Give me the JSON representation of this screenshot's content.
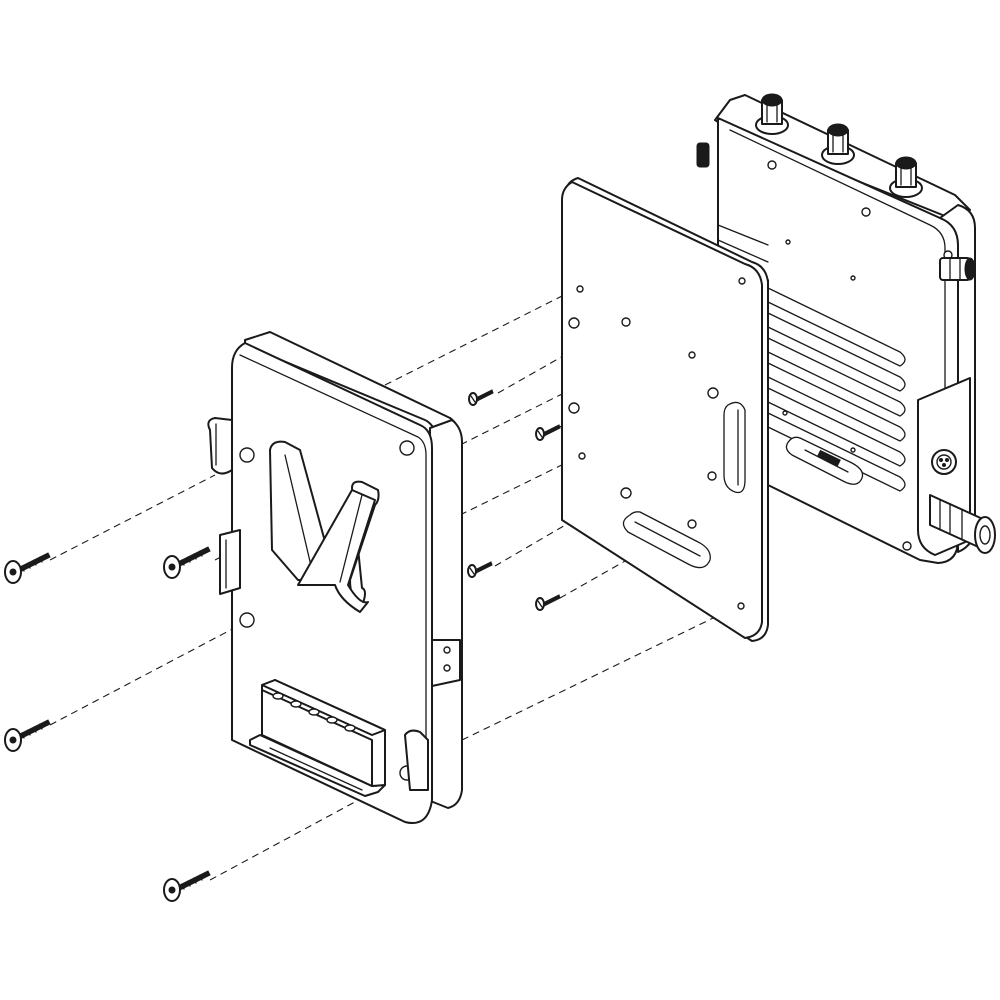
{
  "diagram": {
    "components": [
      "v-mount-battery-plate",
      "adapter-plate",
      "wireless-video-unit",
      "cap-screws",
      "flat-head-screws"
    ],
    "cap_screw_count": 4,
    "flat_screw_count": 4
  }
}
